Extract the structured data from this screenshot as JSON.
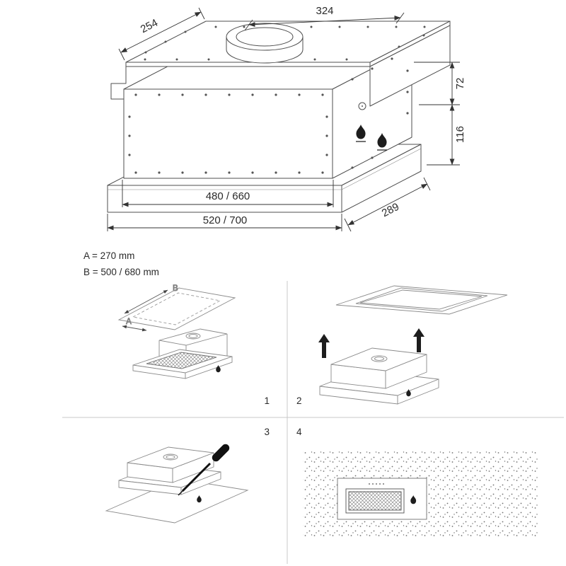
{
  "main_diagram": {
    "dims": {
      "top_width": "324",
      "top_depth": "254",
      "upper_height": "72",
      "lower_height": "116",
      "inner_width": "480 / 660",
      "outer_width": "520 / 700",
      "bottom_depth": "289"
    },
    "notes": {
      "line_a": "A = 270 mm",
      "line_b": "B = 500 / 680 mm"
    }
  },
  "installation": {
    "step_numbers": [
      "1",
      "2",
      "3",
      "4"
    ],
    "cutout_labels": {
      "width": "B",
      "depth": "A"
    }
  },
  "colors": {
    "drawing_line": "#4f4f4f",
    "light_line": "#8a8a8a",
    "dimension_line": "#333333",
    "text": "#2a2a2a",
    "divider": "#c9c9c9",
    "icon_fill": "#1d1d1d"
  }
}
